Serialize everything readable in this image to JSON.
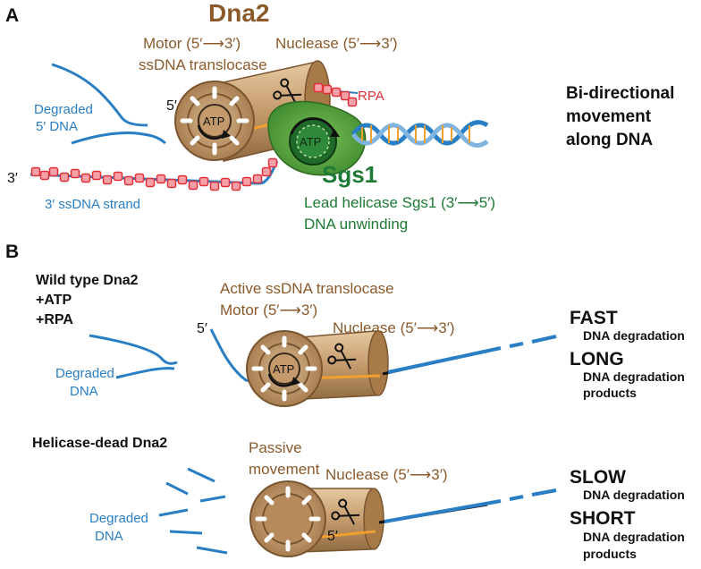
{
  "panel_a": {
    "label": "A",
    "dna2_title": "Dna2",
    "motor_line1": "Motor (5′⟶3′)",
    "motor_line2": "ssDNA translocase",
    "nuclease": "Nuclease (5′⟶3′)",
    "rpa": "RPA",
    "degraded_line1": "Degraded",
    "degraded_line2": "5′ DNA",
    "five_prime": "5′",
    "three_prime": "3′",
    "ssdna_strand": "3′ ssDNA strand",
    "atp_motor": "ATP",
    "atp_sgs1": "ATP",
    "sgs1_title": "Sgs1",
    "lead_helicase": "Lead helicase Sgs1 (3′⟶5′)",
    "unwinding": "DNA unwinding",
    "bidir_line1": "Bi-directional",
    "bidir_line2": "movement",
    "bidir_line3": "along DNA"
  },
  "panel_b": {
    "label": "B",
    "wt_line1": "Wild type Dna2",
    "wt_line2": "+ATP",
    "wt_line3": "+RPA",
    "active_line1": "Active ssDNA translocase",
    "active_line2": "Motor (5′⟶3′)",
    "five_prime": "5′",
    "nuclease_wt": "Nuclease (5′⟶3′)",
    "degraded_wt_line1": "Degraded",
    "degraded_wt_line2": "DNA",
    "atp_wt": "ATP",
    "fast": "FAST",
    "fast_sub": "DNA degradation",
    "long": "LONG",
    "long_sub1": "DNA degradation",
    "long_sub2": "products",
    "hd_title": "Helicase-dead Dna2",
    "passive_line1": "Passive",
    "passive_line2": "movement",
    "nuclease_hd": "Nuclease (5′⟶3′)",
    "degraded_hd_line1": "Degraded",
    "degraded_hd_line2": "DNA",
    "five_prime_hd": "5′",
    "slow": "SLOW",
    "slow_sub": "DNA degradation",
    "short": "SHORT",
    "short_sub1": "DNA degradation",
    "short_sub2": "products"
  },
  "colors": {
    "brown": "#8a5a2b",
    "wheel": "#c49a6c",
    "dna_blue": "#2a7fc4",
    "rpa_red": "#e0303a",
    "sgs1_green": "#4a9a3a",
    "orange": "#f0a030"
  }
}
